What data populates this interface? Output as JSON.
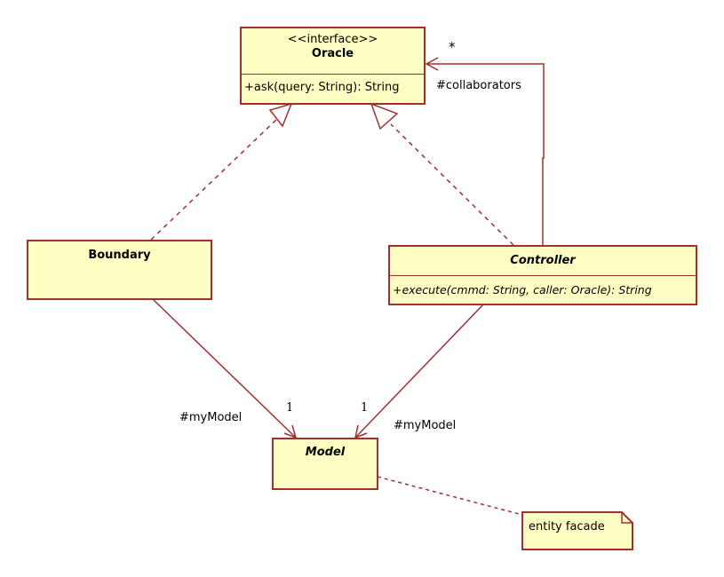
{
  "diagram": {
    "type": "UML class diagram",
    "colors": {
      "class_fill": "#ffffc4",
      "border": "#a03030",
      "line": "#a03030"
    },
    "classes": {
      "oracle": {
        "stereotype": "<<interface>>",
        "name": "Oracle",
        "operations": [
          "+ask(query: String): String"
        ]
      },
      "boundary": {
        "name": "Boundary",
        "operations": []
      },
      "controller": {
        "name": "Controller",
        "abstract": true,
        "operations": [
          "+execute(cmmd: String, caller: Oracle): String"
        ]
      },
      "model": {
        "name": "Model",
        "abstract": true,
        "operations": []
      }
    },
    "note": {
      "text": "entity facade",
      "attached_to": "Model"
    },
    "relationships": [
      {
        "type": "realization",
        "from": "Boundary",
        "to": "Oracle"
      },
      {
        "type": "realization",
        "from": "Controller",
        "to": "Oracle"
      },
      {
        "type": "association",
        "from": "Controller",
        "to": "Oracle",
        "role": "#collaborators",
        "multiplicity": "*"
      },
      {
        "type": "association",
        "from": "Boundary",
        "to": "Model",
        "role": "#myModel",
        "multiplicity": "1"
      },
      {
        "type": "association",
        "from": "Controller",
        "to": "Model",
        "role": "#myModel",
        "multiplicity": "1"
      },
      {
        "type": "note-link",
        "from": "Model",
        "to": "entity facade"
      }
    ],
    "labels": {
      "collab_mult": "*",
      "collab_role": "#collaborators",
      "boundary_model_mult": "1",
      "boundary_model_role": "#myModel",
      "controller_model_mult": "1",
      "controller_model_role": "#myModel"
    }
  }
}
